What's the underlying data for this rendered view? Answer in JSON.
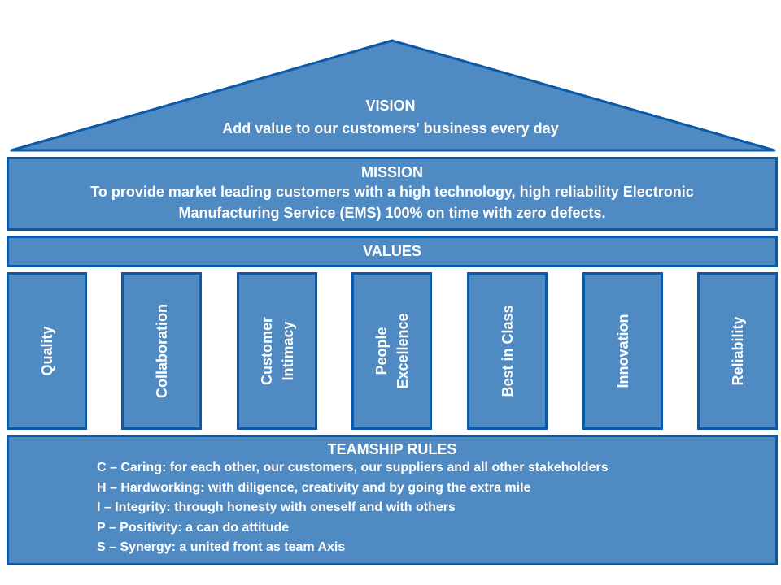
{
  "colors": {
    "fill": "#4f8ac2",
    "border": "#0a5aa8",
    "text": "#ffffff",
    "background": "#ffffff"
  },
  "vision": {
    "title": "VISION",
    "text": "Add value to our customers' business every day"
  },
  "mission": {
    "title": "MISSION",
    "lines": [
      "To provide market leading customers with a high technology, high reliability Electronic",
      "Manufacturing Service (EMS) 100% on time with zero defects."
    ]
  },
  "values": {
    "title": "VALUES",
    "pillars": [
      {
        "lines": [
          "Quality"
        ]
      },
      {
        "lines": [
          "Collaboration"
        ]
      },
      {
        "lines": [
          "Customer",
          "Intimacy"
        ]
      },
      {
        "lines": [
          "People",
          "Excellence"
        ]
      },
      {
        "lines": [
          "Best in Class"
        ]
      },
      {
        "lines": [
          "Innovation"
        ]
      },
      {
        "lines": [
          "Reliability"
        ]
      }
    ]
  },
  "teamship": {
    "title": "TEAMSHIP RULES",
    "rules": [
      "C – Caring: for each other, our customers, our suppliers and all other stakeholders",
      "H – Hardworking: with diligence, creativity and by going the extra mile",
      "I – Integrity: through honesty with oneself and with others",
      "P – Positivity: a can do attitude",
      "S – Synergy: a united front as team Axis"
    ]
  }
}
